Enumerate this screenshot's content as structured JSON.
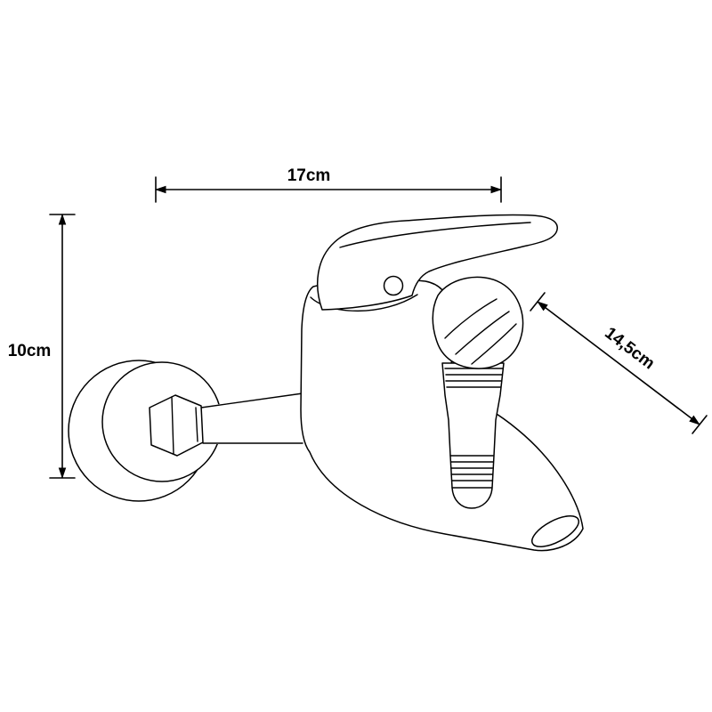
{
  "figure": {
    "subject": "wall-mounted single-lever bath mixer tap technical drawing",
    "background_color": "#ffffff",
    "line_color": "#000000"
  },
  "dimensions": {
    "width": {
      "label": "17cm"
    },
    "height": {
      "label": "10cm"
    },
    "spout_depth": {
      "label": "14,5cm"
    }
  }
}
